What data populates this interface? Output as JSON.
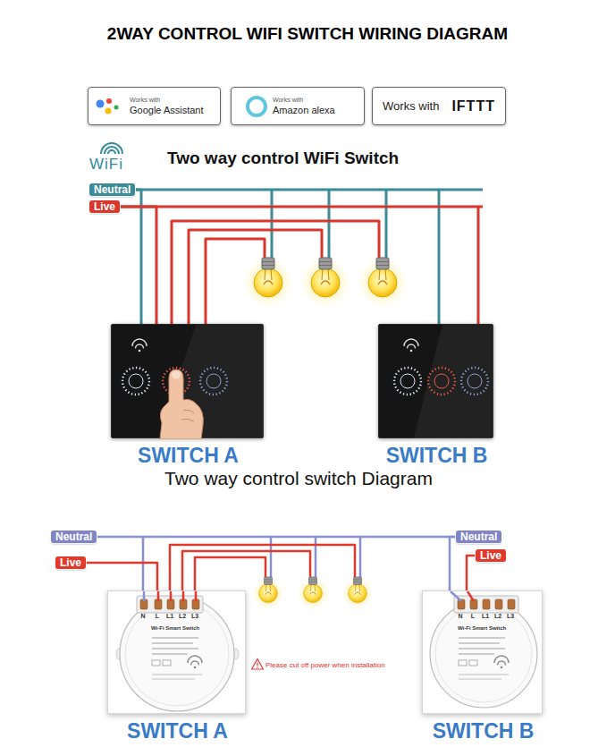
{
  "diagram": {
    "title": "2WAY CONTROL WIFI SWITCH WIRING DIAGRAM",
    "caption": "Two way control switch Diagram",
    "nodes": [
      {
        "text": [
          "Works with",
          "Google Assistant"
        ]
      },
      {
        "text": [
          "Works with",
          "Amazon alexa"
        ]
      },
      {
        "text": [
          "Works with",
          "IFTTT"
        ]
      },
      {
        "text": [
          "Neutral"
        ]
      },
      {
        "text": [
          "Live"
        ]
      },
      {
        "text": [
          "SWITCH A"
        ]
      },
      {
        "text": [
          "SWITCH B"
        ]
      },
      {
        "text": [
          "Neutral"
        ]
      },
      {
        "text": [
          "Live"
        ]
      },
      {
        "text": [
          "Neutral"
        ]
      },
      {
        "text": [
          "Live"
        ]
      },
      {
        "text": [
          "SWITCH A"
        ]
      },
      {
        "text": [
          "SWITCH B"
        ]
      }
    ],
    "edges": [
      {
        "from": 3,
        "to": 5,
        "arrow": "none"
      },
      {
        "from": 4,
        "to": 5,
        "arrow": "none"
      },
      {
        "from": 3,
        "to": 6,
        "arrow": "none"
      },
      {
        "from": 4,
        "to": 6,
        "arrow": "none"
      },
      {
        "from": 7,
        "to": 11,
        "arrow": "none"
      },
      {
        "from": 8,
        "to": 11,
        "arrow": "none"
      },
      {
        "from": 9,
        "to": 12,
        "arrow": "none"
      },
      {
        "from": 10,
        "to": 12,
        "arrow": "none"
      }
    ],
    "labels": [
      "WiFi",
      "Two way control WiFi Switch",
      "N",
      "L",
      "L1",
      "L2",
      "L3",
      "Wi-Fi Smart Switch",
      "Please cut off power when installation",
      "N",
      "L",
      "L1",
      "L2",
      "L3",
      "Wi-Fi Smart Switch"
    ]
  }
}
